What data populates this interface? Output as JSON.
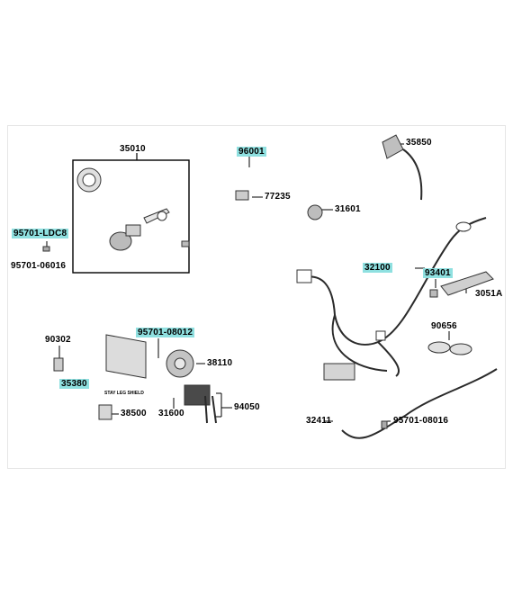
{
  "parts": {
    "p35010": "35010",
    "p96001": "96001",
    "p35850": "35850",
    "p77235": "77235",
    "p31601": "31601",
    "p95701_ldc8": "95701-LDC8",
    "p95701_06016": "95701-06016",
    "p32100": "32100",
    "p93401": "93401",
    "p3051a": "3051A",
    "p90302": "90302",
    "p95701_08012": "95701-08012",
    "p90656": "90656",
    "p38110": "38110",
    "p35380": "35380",
    "p94050": "94050",
    "p31600": "31600",
    "p38500": "38500",
    "p32411": "32411",
    "p95701_08016": "95701-08016"
  },
  "annotations": {
    "stay_leg_shield": "STAY LEG SHIELD"
  },
  "colors": {
    "highlight": "#8fe0e0",
    "line": "#000000",
    "part_gray": "#9a9a9a"
  }
}
